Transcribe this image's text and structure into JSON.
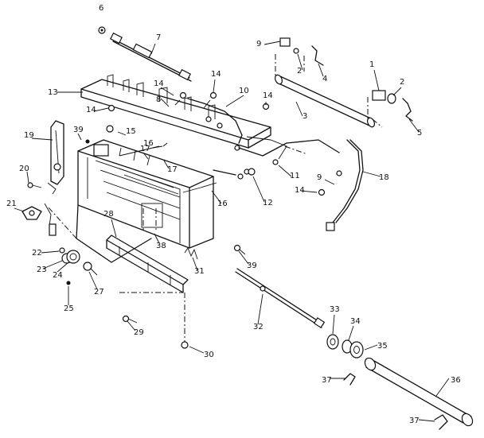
{
  "diagram": {
    "title": "",
    "callouts": [
      {
        "id": "c6",
        "text": "6"
      },
      {
        "id": "c7",
        "text": "7"
      },
      {
        "id": "c9a",
        "text": "9"
      },
      {
        "id": "c2a",
        "text": "2"
      },
      {
        "id": "c4",
        "text": "4"
      },
      {
        "id": "c1",
        "text": "1"
      },
      {
        "id": "c2b",
        "text": "2"
      },
      {
        "id": "c13",
        "text": "13"
      },
      {
        "id": "c14a",
        "text": "14"
      },
      {
        "id": "c14b",
        "text": "14"
      },
      {
        "id": "c10",
        "text": "10"
      },
      {
        "id": "c14c",
        "text": "14"
      },
      {
        "id": "c3",
        "text": "3"
      },
      {
        "id": "c5",
        "text": "5"
      },
      {
        "id": "c8",
        "text": "8"
      },
      {
        "id": "c14d",
        "text": "14"
      },
      {
        "id": "c39a",
        "text": "39"
      },
      {
        "id": "c15",
        "text": "15"
      },
      {
        "id": "c19",
        "text": "19"
      },
      {
        "id": "c16a",
        "text": "16"
      },
      {
        "id": "c17a",
        "text": "17"
      },
      {
        "id": "c20",
        "text": "20"
      },
      {
        "id": "c11",
        "text": "11"
      },
      {
        "id": "c9b",
        "text": "9"
      },
      {
        "id": "c18",
        "text": "18"
      },
      {
        "id": "c17b",
        "text": "17"
      },
      {
        "id": "c12",
        "text": "12"
      },
      {
        "id": "c14e",
        "text": "14"
      },
      {
        "id": "c16b",
        "text": "16"
      },
      {
        "id": "c21",
        "text": "21"
      },
      {
        "id": "c28",
        "text": "28"
      },
      {
        "id": "c38",
        "text": "38"
      },
      {
        "id": "c22",
        "text": "22"
      },
      {
        "id": "c23",
        "text": "23"
      },
      {
        "id": "c24",
        "text": "24"
      },
      {
        "id": "c39b",
        "text": "39"
      },
      {
        "id": "c31",
        "text": "31"
      },
      {
        "id": "c27",
        "text": "27"
      },
      {
        "id": "c25",
        "text": "25"
      },
      {
        "id": "c33",
        "text": "33"
      },
      {
        "id": "c34",
        "text": "34"
      },
      {
        "id": "c32",
        "text": "32"
      },
      {
        "id": "c35",
        "text": "35"
      },
      {
        "id": "c29",
        "text": "29"
      },
      {
        "id": "c30",
        "text": "30"
      },
      {
        "id": "c37a",
        "text": "37"
      },
      {
        "id": "c36",
        "text": "36"
      },
      {
        "id": "c37b",
        "text": "37"
      }
    ]
  }
}
